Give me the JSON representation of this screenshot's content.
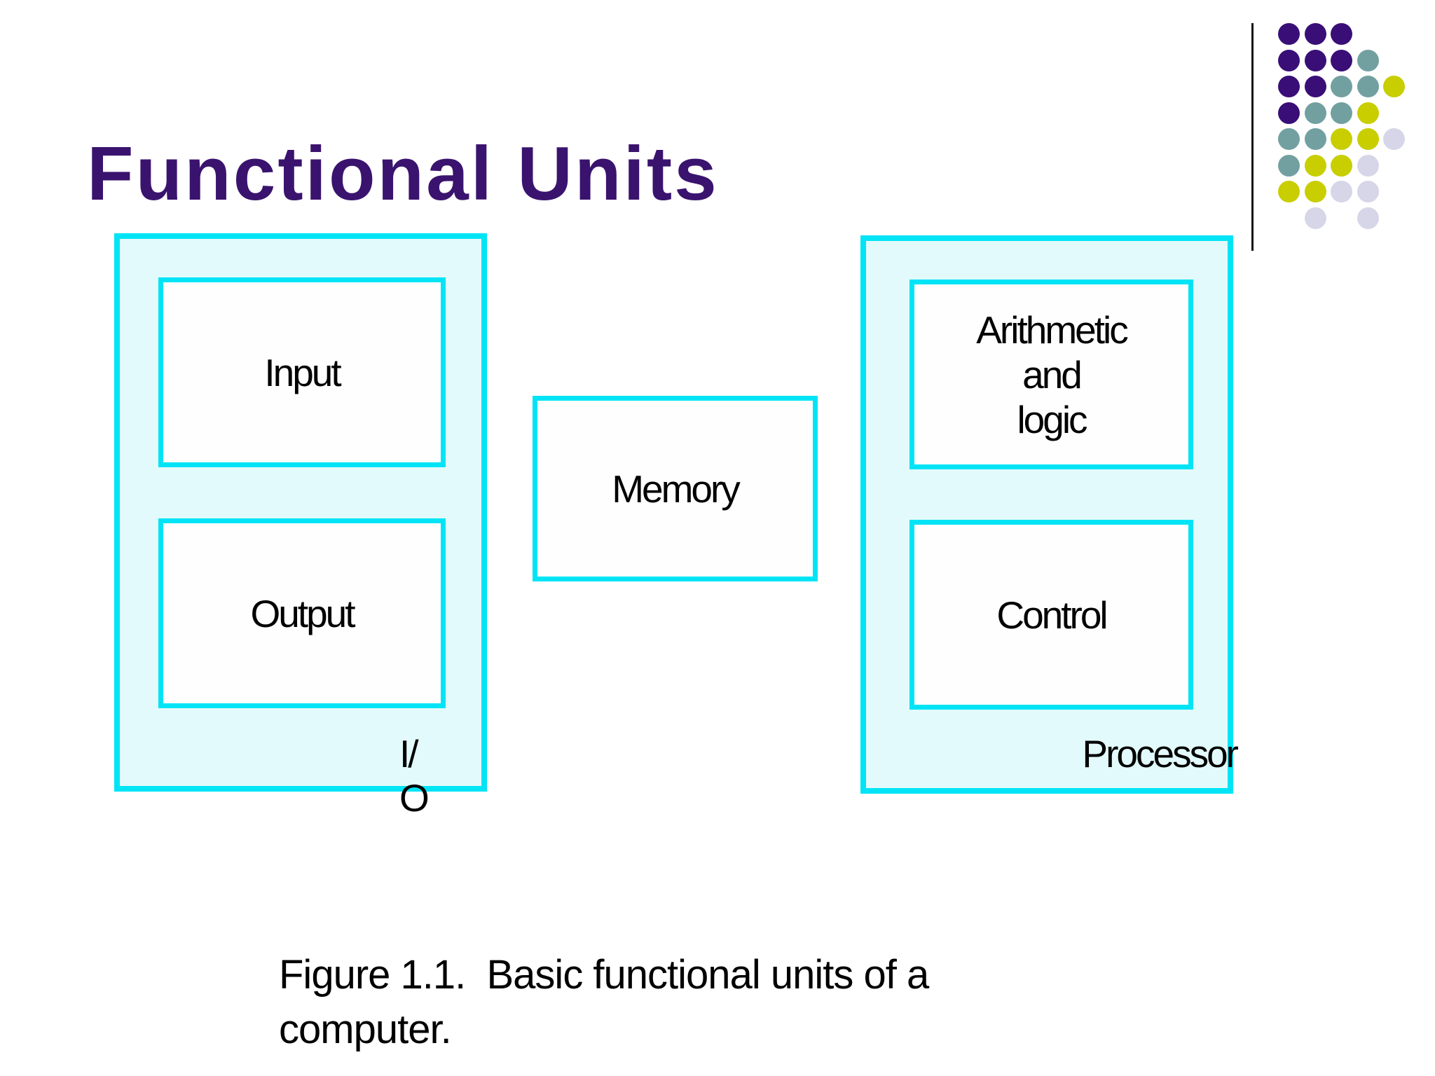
{
  "slide": {
    "title": "Functional Units",
    "caption_lines": [
      "Figure 1.1.  Basic functional units of a",
      "computer."
    ]
  },
  "diagram": {
    "io_group": {
      "input_label": "Input",
      "output_label": "Output",
      "group_label_lines": [
        "I/",
        "O"
      ]
    },
    "memory_label": "Memory",
    "processor_group": {
      "alu_label_lines": [
        "Arithmetic",
        "and",
        "logic"
      ],
      "control_label": "Control",
      "group_label": "Processor"
    }
  },
  "decor": {
    "dot_grid_rows": [
      "PPP..",
      "PPPT.",
      "PPTTY",
      "PTTY.",
      "TTYYL",
      "TYYL.",
      "YYLL.",
      ".L.L."
    ],
    "dot_colors": {
      "P": "#3A0E77",
      "T": "#72A0A1",
      "Y": "#C8CE00",
      "L": "#D6D6E8"
    },
    "rule_color": "#111111"
  },
  "colors": {
    "title_text": "#3A136E",
    "box_border": "#00E4F6",
    "group_fill": "#E2FAFB",
    "unit_fill": "#FEFEFE",
    "body_text": "#000000",
    "background": "#FFFFFF"
  }
}
